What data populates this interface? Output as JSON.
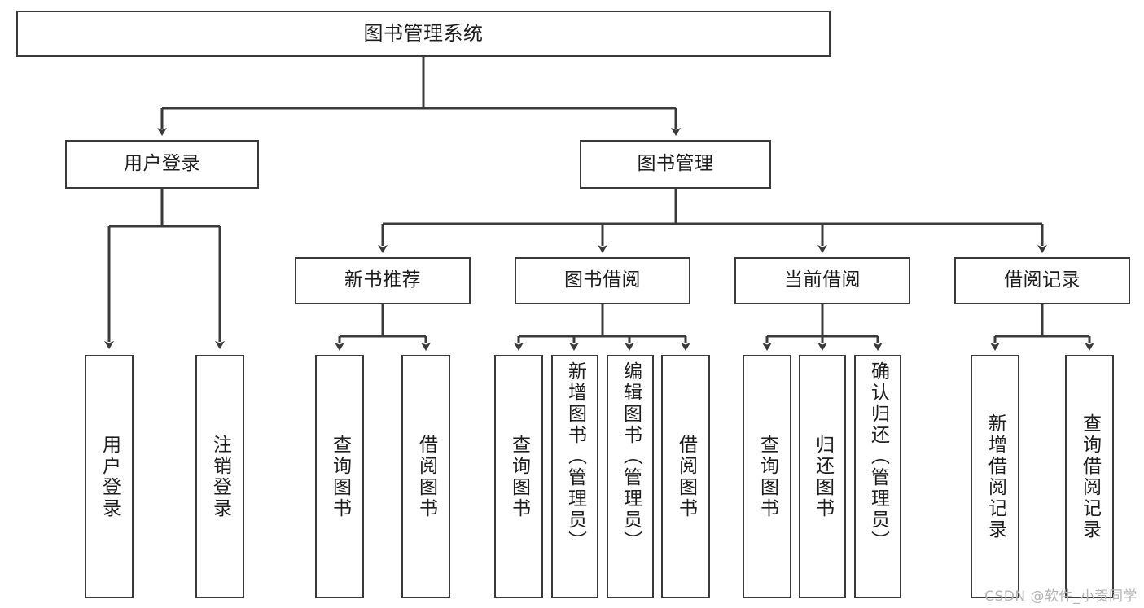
{
  "diagram": {
    "title": "图书管理系统",
    "watermark": "CSDN @软件_小贺同学",
    "colors": {
      "stroke": "#3a3a3a",
      "fill": "#ffffff",
      "text": "#1d1d1d",
      "watermark": "#b4b4b4"
    },
    "root": {
      "label": "图书管理系统"
    },
    "level2": [
      {
        "label": "用户登录"
      },
      {
        "label": "图书管理"
      }
    ],
    "level3": [
      {
        "label": "新书推荐"
      },
      {
        "label": "图书借阅"
      },
      {
        "label": "当前借阅"
      },
      {
        "label": "借阅记录"
      }
    ],
    "leaves": {
      "user_login": [
        {
          "label": "用户登录"
        },
        {
          "label": "注销登录"
        }
      ],
      "new_book": [
        {
          "label": "查询图书"
        },
        {
          "label": "借阅图书"
        }
      ],
      "book_borrow": [
        {
          "label": "查询图书"
        },
        {
          "label": "新增图书（管理员）"
        },
        {
          "label": "编辑图书（管理员）"
        },
        {
          "label": "借阅图书"
        }
      ],
      "current_borrow": [
        {
          "label": "查询图书"
        },
        {
          "label": "归还图书"
        },
        {
          "label": "确认归还（管理员）"
        }
      ],
      "borrow_record": [
        {
          "label": "新增借阅记录"
        },
        {
          "label": "查询借阅记录"
        }
      ]
    }
  }
}
